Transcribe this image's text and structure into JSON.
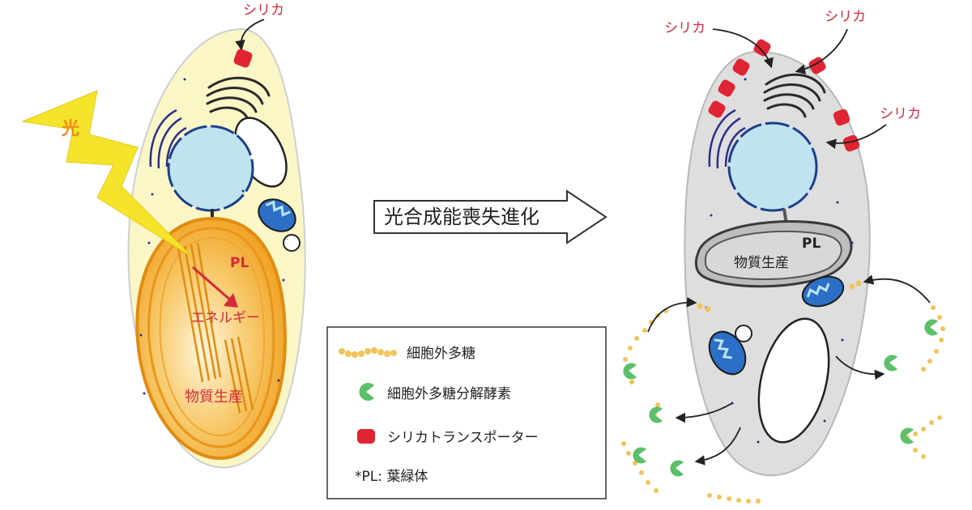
{
  "left_cell": {
    "light_label": "光",
    "silica_label": "シリカ",
    "plastid_label": "PL",
    "energy_label": "エネルギー",
    "production_label": "物質生産"
  },
  "arrow_label": "光合成能喪失進化",
  "right_cell": {
    "silica_labels": [
      "シリカ",
      "シリカ",
      "シリカ"
    ],
    "plastid_label": "PL",
    "production_label": "物質生産"
  },
  "legend": {
    "items": [
      {
        "label": "細胞外多糖",
        "icon": "polysaccharide-chain-icon"
      },
      {
        "label": "細胞外多糖分解酵素",
        "icon": "enzyme-pacman-icon"
      },
      {
        "label": "シリカトランスポーター",
        "icon": "transporter-icon"
      }
    ],
    "footnote": "*PL: 葉緑体"
  },
  "colors": {
    "silica_red": "#d42a3c",
    "transporter_red": "#e02433",
    "left_cell_fill": "#fbf6c6",
    "right_cell_fill": "#dedede",
    "nucleus": "#bfe4ee",
    "plastid_orange": "#f0a020",
    "enzyme_green": "#5cbf6a",
    "polysaccharide": "#f2c45a",
    "mito_blue": "#2c6fc6",
    "lightning_yellow": "#f4e52a"
  }
}
